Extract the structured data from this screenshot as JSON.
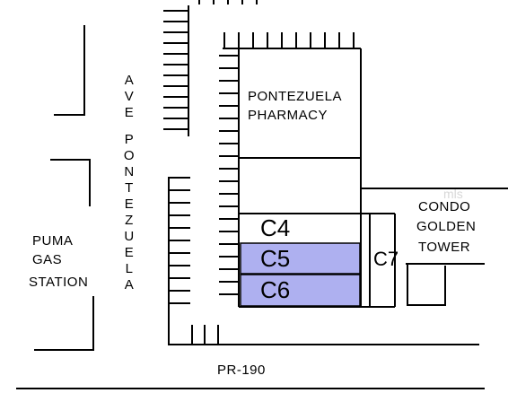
{
  "street_main": {
    "label": "PR-190"
  },
  "street_side": {
    "letters": [
      "A",
      "V",
      "E",
      "P",
      "O",
      "N",
      "T",
      "E",
      "Z",
      "U",
      "E",
      "L",
      "A"
    ]
  },
  "labels": {
    "pharmacy": [
      "PONTEZUELA",
      "PHARMACY"
    ],
    "gas_station": [
      "PUMA",
      "GAS",
      "STATION"
    ],
    "condo": [
      "CONDO",
      "GOLDEN",
      "TOWER"
    ]
  },
  "units": [
    {
      "id": "C4",
      "label": "C4",
      "highlighted": false
    },
    {
      "id": "C5",
      "label": "C5",
      "highlighted": true
    },
    {
      "id": "C6",
      "label": "C6",
      "highlighted": true
    },
    {
      "id": "C7",
      "label": "C7",
      "highlighted": false
    }
  ],
  "colors": {
    "highlight": "#aeb0f0",
    "line": "#000000"
  },
  "watermark": "mls"
}
